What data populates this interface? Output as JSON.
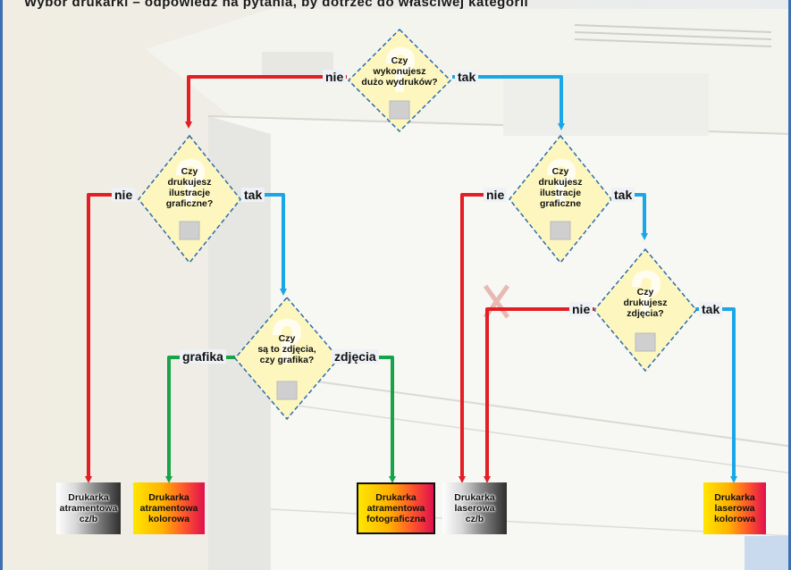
{
  "header": {
    "text": "Wybór drukarki – odpowiedz na pytania, by dotrzeć do właściwej kategorii"
  },
  "questions": {
    "q1": {
      "lines": [
        "Czy",
        "wykonujesz",
        "dużo wydruków?"
      ]
    },
    "q2": {
      "lines": [
        "Czy",
        "drukujesz",
        "ilustracje",
        "graficzne?"
      ]
    },
    "q3": {
      "lines": [
        "Czy",
        "drukujesz",
        "ilustracje",
        "graficzne"
      ]
    },
    "q4": {
      "lines": [
        "Czy",
        "są to zdjęcia,",
        "czy grafika?"
      ]
    },
    "q5": {
      "lines": [
        "Czy",
        "drukujesz",
        "zdjęcia?"
      ]
    }
  },
  "labels": {
    "q1_no": "nie",
    "q1_yes": "tak",
    "q2_no": "nie",
    "q2_yes": "tak",
    "q3_no": "nie",
    "q3_yes": "tak",
    "q4_graphics": "grafika",
    "q4_photos": "zdjęcia",
    "q5_no": "nie",
    "q5_yes": "tak"
  },
  "outcomes": {
    "ink_mono": {
      "lines": [
        "Drukarka",
        "atramentowa",
        "cz/b"
      ]
    },
    "ink_color": {
      "lines": [
        "Drukarka",
        "atramentowa",
        "kolorowa"
      ]
    },
    "ink_photo": {
      "lines": [
        "Drukarka",
        "atramentowa",
        "fotograficzna"
      ]
    },
    "laser_mono": {
      "lines": [
        "Drukarka",
        "laserowa",
        "cz/b"
      ]
    },
    "laser_color": {
      "lines": [
        "Drukarka",
        "laserowa",
        "kolorowa"
      ]
    }
  },
  "colors": {
    "no_line": "#e31e24",
    "yes_line": "#1aa7e8",
    "graphics_line": "#16a34a",
    "diamond_fill": "#fdf7bf",
    "diamond_border": "#2b6cb0",
    "border": "#3e6fb2"
  }
}
